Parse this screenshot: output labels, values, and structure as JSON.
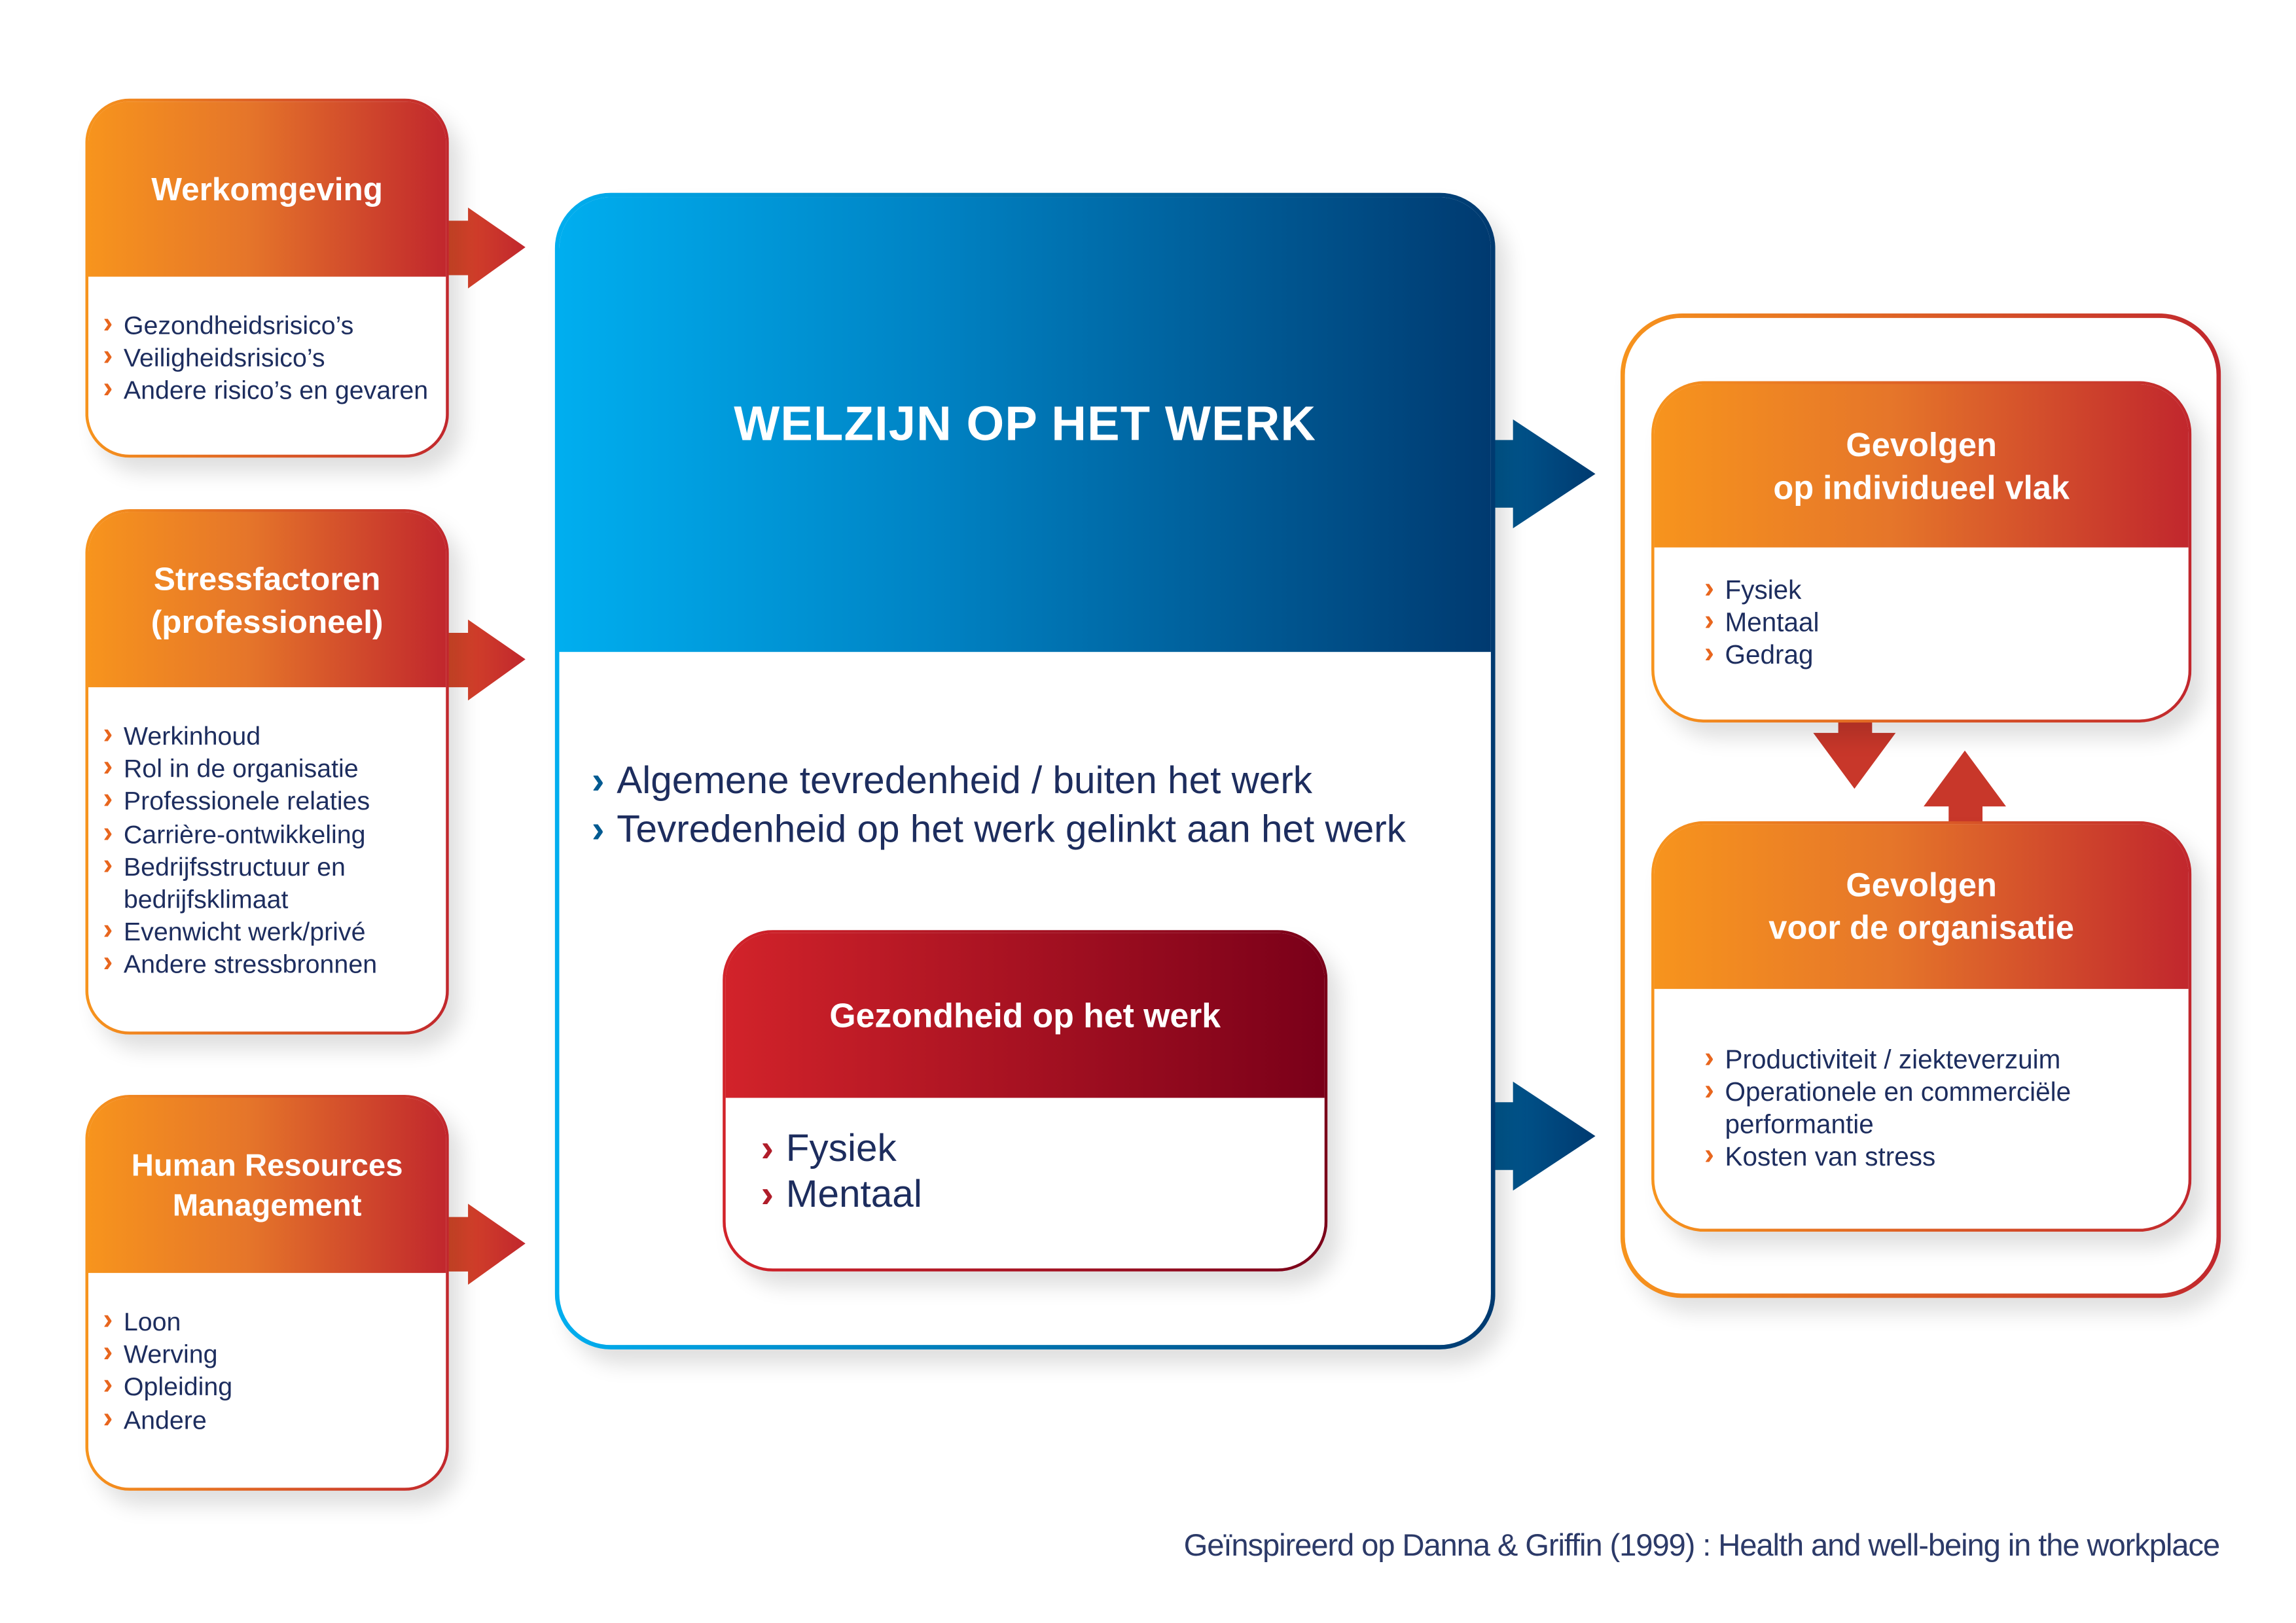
{
  "left_boxes": [
    {
      "title": "Werkomgeving",
      "items": [
        "Gezondheidsrisico’s",
        "Veiligheidsrisico’s",
        "Andere risico’s en gevaren"
      ]
    },
    {
      "title_lines": [
        "Stressfactoren",
        "(professioneel)"
      ],
      "items": [
        "Werkinhoud",
        "Rol in de organisatie",
        "Professionele relaties",
        "Carrière-ontwikkeling",
        "Bedrijfsstructuur en",
        "bedrijfsklimaat",
        "Evenwicht werk/privé",
        "Andere stressbronnen"
      ]
    },
    {
      "title_lines": [
        "Human Resources",
        "Management"
      ],
      "items": [
        "Loon",
        "Werving",
        "Opleiding",
        "Andere"
      ]
    }
  ],
  "center": {
    "title": "WELZIJN OP HET WERK",
    "items": [
      "Algemene tevredenheid / buiten het werk",
      "Tevredenheid op het werk gelinkt aan het werk"
    ],
    "health": {
      "title": "Gezondheid op het werk",
      "items": [
        "Fysiek",
        "Mentaal"
      ]
    }
  },
  "right": {
    "individual": {
      "title_lines": [
        "Gevolgen",
        "op individueel vlak"
      ],
      "items": [
        "Fysiek",
        "Mentaal",
        "Gedrag"
      ]
    },
    "organisation": {
      "title_lines": [
        "Gevolgen",
        "voor de organisatie"
      ],
      "items": [
        "Productiviteit / ziekteverzuim",
        "Operationele en commerciële",
        "performantie",
        "Kosten van stress"
      ]
    }
  },
  "footer": "Geïnspireerd op Danna & Griffin (1999) : Health and well-being in the workplace",
  "colors": {
    "orange": "#f7941d",
    "red": "#c1272d",
    "blue_light": "#00aeef",
    "blue_dark": "#003a70",
    "navy_text": "#1d2d5e"
  }
}
